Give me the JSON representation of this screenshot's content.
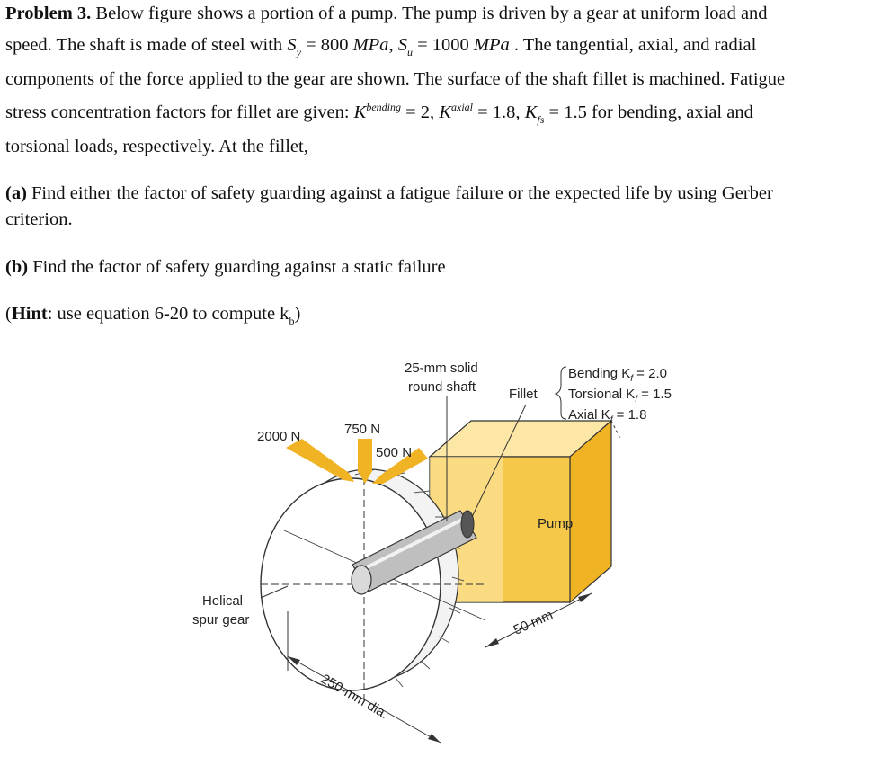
{
  "problem": {
    "heading": "Problem 3.",
    "line1": " Below figure shows a portion of a pump. The pump is driven by a gear at uniform load and",
    "line2_a": "speed. The shaft is made of steel with ",
    "line2_sy": "S",
    "line2_sy_sub": "y",
    "line2_b": " = 800 ",
    "line2_mpa1": "MPa",
    "line2_c": ",  ",
    "line2_su": "S",
    "line2_su_sub": "u",
    "line2_d": " = 1000 ",
    "line2_mpa2": "MPa",
    "line2_e": " . The tangential, axial, and radial",
    "line3": "components of the force applied to the gear are shown. The surface of the shaft fillet is machined. Fatigue",
    "line4_a": "stress concentration factors for fillet are given:  ",
    "k_symbol": "K",
    "k_f": "f",
    "k_bending": "bending",
    "line4_b": " = 2,  ",
    "k_axial": "axial",
    "line4_c": " = 1.8,  ",
    "k_fs": "fs",
    "line4_d": " = 1.5 for bending, axial and",
    "line5": "torsional loads, respectively. At the fillet,"
  },
  "part_a": {
    "label": "(a)",
    "line1": " Find either the factor of safety guarding against a fatigue failure or the expected life by using Gerber",
    "line2": "criterion."
  },
  "part_b": {
    "label": "(b)",
    "text": " Find the factor of safety guarding against a static failure"
  },
  "hint": {
    "open": "(",
    "label": "Hint",
    "text": ": use equation 6-20 to compute k",
    "sub": "b",
    "close": ")"
  },
  "figure": {
    "shaft_label_1": "25-mm solid",
    "shaft_label_2": "round shaft",
    "fillet_label": "Fillet",
    "bending": "Bending K",
    "bending_val": " = 2.0",
    "torsional": "Torsional K",
    "torsional_val": " = 1.5",
    "axial": "Axial K",
    "axial_val": " = 1.8",
    "kf_sub": "f",
    "force_2000": "2000 N",
    "force_750": "750 N",
    "force_500": "500 N",
    "pump": "Pump",
    "gear_label_1": "Helical",
    "gear_label_2": "spur gear",
    "dim_50": "50 mm",
    "dim_250": "250-mm dia.",
    "colors": {
      "pump": "#f6c84a",
      "pump_light": "#fde7a6",
      "arrow": "#f0b323",
      "shaft": "#bfbfbf"
    }
  }
}
